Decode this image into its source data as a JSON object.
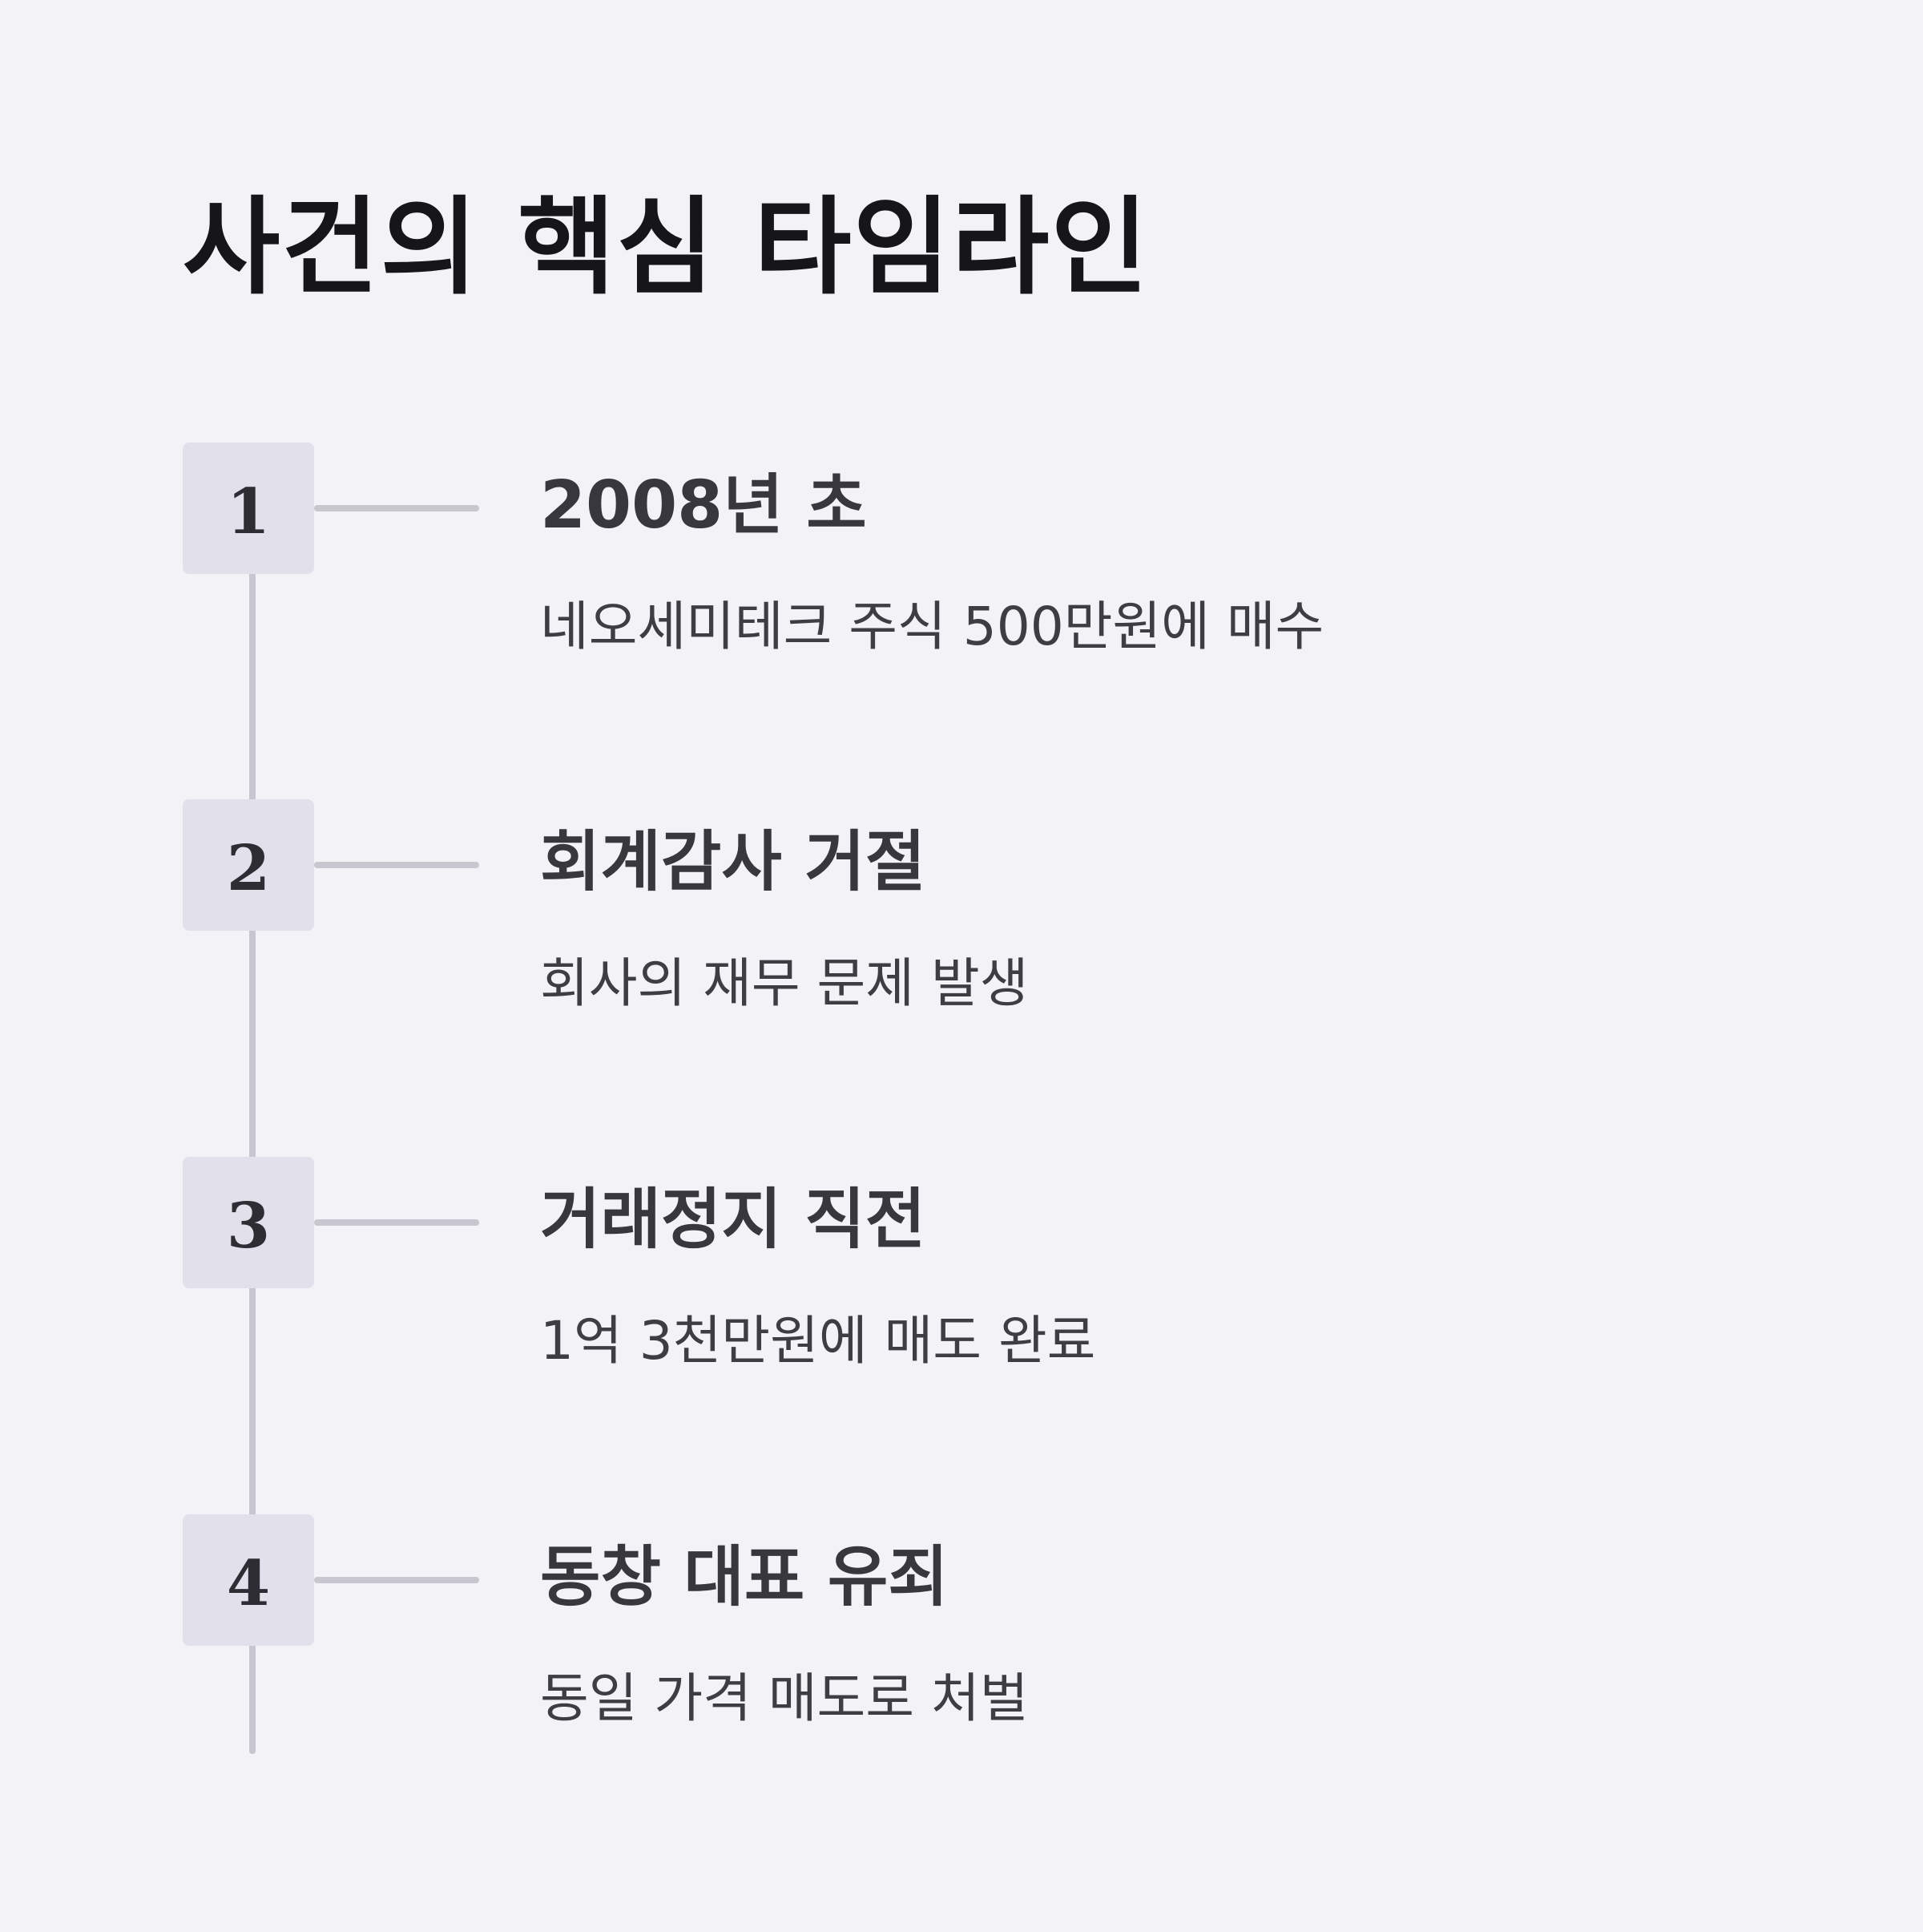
{
  "title": "사건의 핵심 타임라인",
  "steps": [
    {
      "number": "1",
      "heading": "2008년 초",
      "description": "네오세미테크 주식 500만원에 매수"
    },
    {
      "number": "2",
      "heading": "회계감사 거절",
      "description": "회사의 재무 문제 발생"
    },
    {
      "number": "3",
      "heading": "거래정지 직전",
      "description": "1억 3천만원에 매도 완료"
    },
    {
      "number": "4",
      "heading": "동창 대표 유죄",
      "description": "동일 가격 매도로 처벌"
    }
  ]
}
